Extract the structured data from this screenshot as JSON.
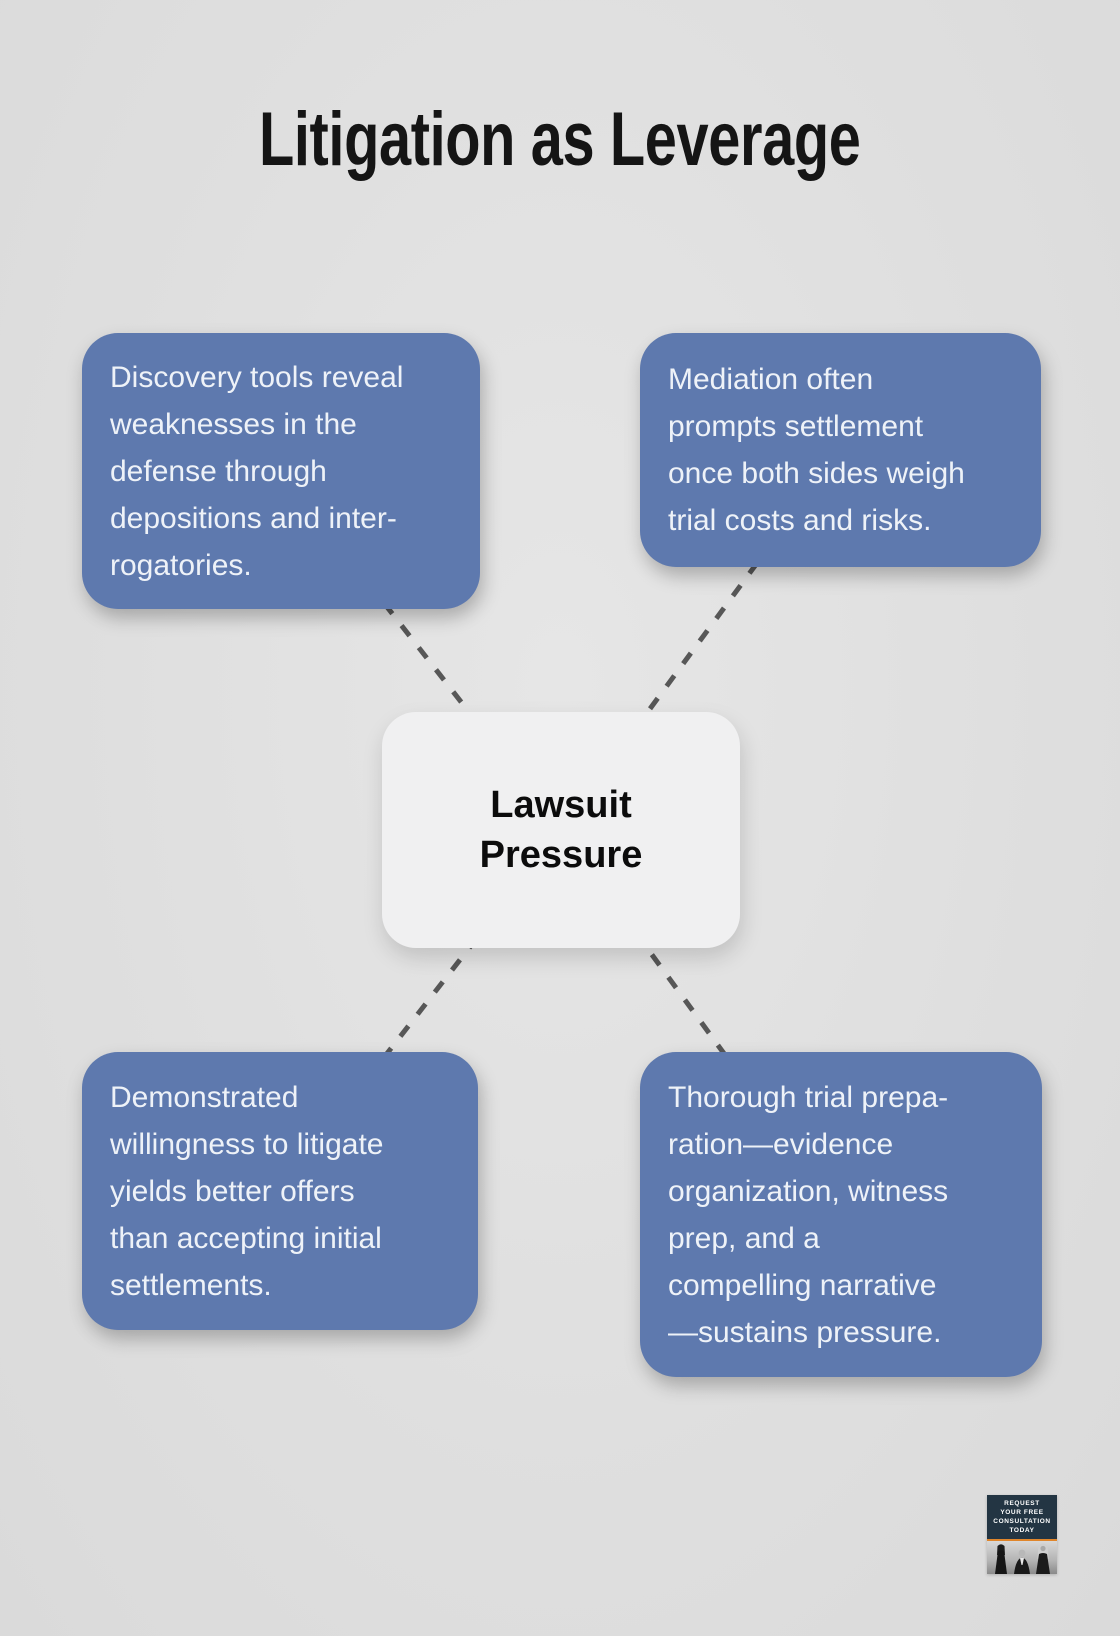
{
  "title": "Litigation as Leverage",
  "center_node": {
    "lines": [
      "Lawsuit",
      "Pressure"
    ]
  },
  "nodes": [
    {
      "id": "discovery",
      "lines": [
        "Discovery tools reveal",
        "weaknesses in the",
        "defense through",
        "depositions and inter-",
        "rogatories."
      ]
    },
    {
      "id": "mediation",
      "lines": [
        "Mediation often",
        "prompts settlement",
        "once both sides weigh",
        "trial costs and risks."
      ]
    },
    {
      "id": "willingness",
      "lines": [
        "Demonstrated",
        "willingness to litigate",
        "yields better offers",
        "than accepting initial",
        "settlements."
      ]
    },
    {
      "id": "preparation",
      "lines": [
        "Thorough trial prepa-",
        "ration—evidence",
        "organization, witness",
        "prep, and a",
        "compelling narrative",
        "—sustains pressure."
      ]
    }
  ],
  "badge": {
    "lines": [
      "REQUEST",
      "YOUR FREE",
      "CONSULTATION",
      "TODAY"
    ]
  },
  "colors": {
    "background": "#dfdfdf",
    "node_blue": "#5e79ae",
    "node_text": "#eef2f8",
    "center_bg": "#f0f0f1",
    "center_text": "#0c0c0c",
    "title_text": "#151515",
    "connector": "#575757",
    "badge_navy": "#233543",
    "badge_orange": "#e0862c"
  }
}
